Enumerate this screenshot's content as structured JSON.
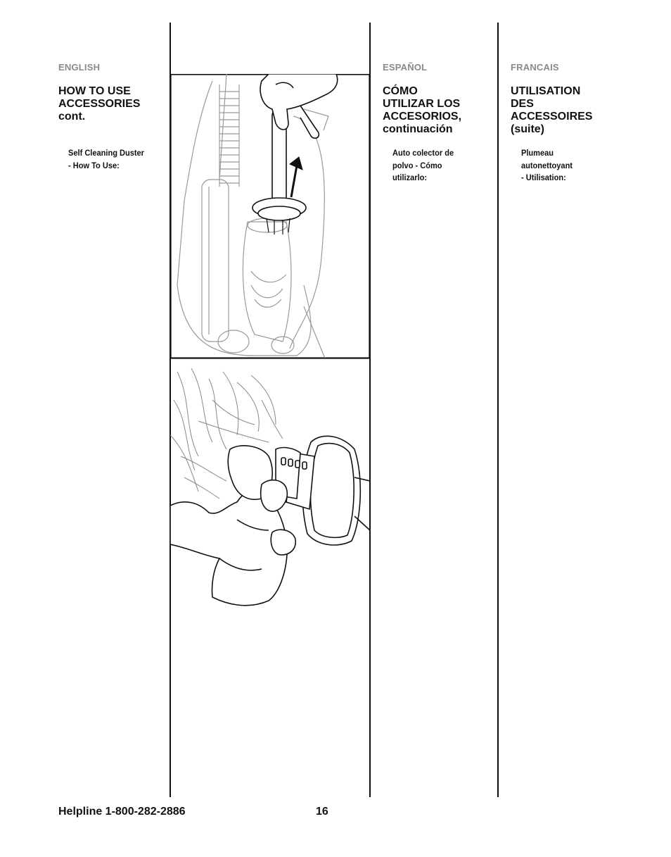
{
  "columns": {
    "english": {
      "language": "ENGLISH",
      "heading": [
        "HOW TO USE",
        "ACCESSORIES",
        "cont."
      ],
      "subheading": [
        "Self Cleaning Duster",
        "- How To Use:"
      ]
    },
    "spanish": {
      "language": "ESPAÑOL",
      "heading": [
        "CÓMO",
        "UTILIZAR LOS",
        "ACCESORIOS,",
        "continuación"
      ],
      "subheading": [
        "Auto colector de",
        "polvo - Cómo",
        "utilizarlo:"
      ]
    },
    "french": {
      "language": "FRANCAIS",
      "heading": [
        "UTILISATION",
        "DES",
        "ACCESSOIRES",
        "(suite)"
      ],
      "subheading": [
        "Plumeau",
        "autonettoyant",
        "- Utilisation:"
      ]
    }
  },
  "footer": {
    "helpline": "Helpline 1-800-282-2886",
    "page_number": "16"
  }
}
